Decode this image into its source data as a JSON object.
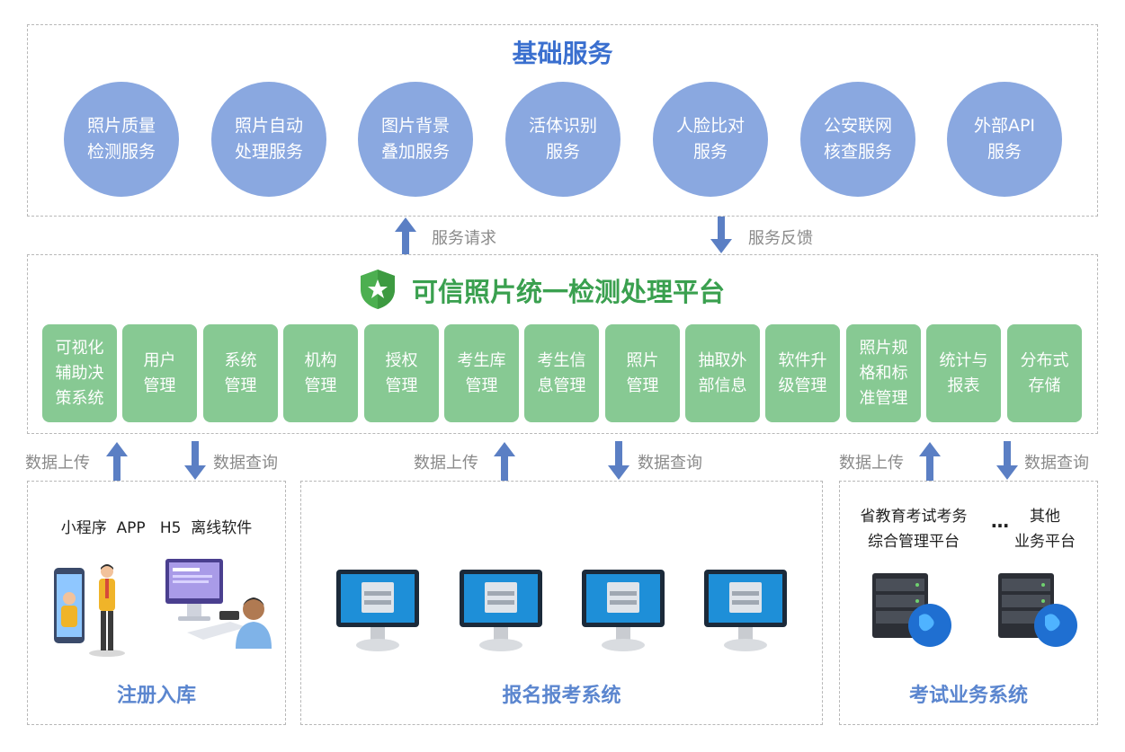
{
  "basic": {
    "title": "基础服务",
    "services": [
      "照片质量\n检测服务",
      "照片自动\n处理服务",
      "图片背景\n叠加服务",
      "活体识别\n服务",
      "人脸比对\n服务",
      "公安联网\n核查服务",
      "外部API\n服务"
    ]
  },
  "flow": {
    "request": "服务请求",
    "feedback": "服务反馈"
  },
  "platform": {
    "title": "可信照片统一检测处理平台",
    "modules": [
      "可视化\n辅助决\n策系统",
      "用户\n管理",
      "系统\n管理",
      "机构\n管理",
      "授权\n管理",
      "考生库\n管理",
      "考生信\n息管理",
      "照片\n管理",
      "抽取外\n部信息",
      "软件升\n级管理",
      "照片规\n格和标\n准管理",
      "统计与\n报表",
      "分布式\n存储"
    ]
  },
  "data_labels": {
    "upload": "数据上传",
    "query": "数据查询"
  },
  "registration": {
    "channels": "小程序  APP   H5  离线软件",
    "name": "注册入库"
  },
  "enrollment": {
    "name": "报名报考系统"
  },
  "exam": {
    "platform1": "省教育考试考务\n综合管理平台",
    "dots": "…",
    "platform2": "其他\n业务平台",
    "name": "考试业务系统"
  },
  "colors": {
    "circle": "#8aa8e0",
    "module": "#87c993",
    "arrow": "#5b7fc4",
    "title_blue": "#3a6fcf",
    "title_green": "#3aa04f"
  }
}
